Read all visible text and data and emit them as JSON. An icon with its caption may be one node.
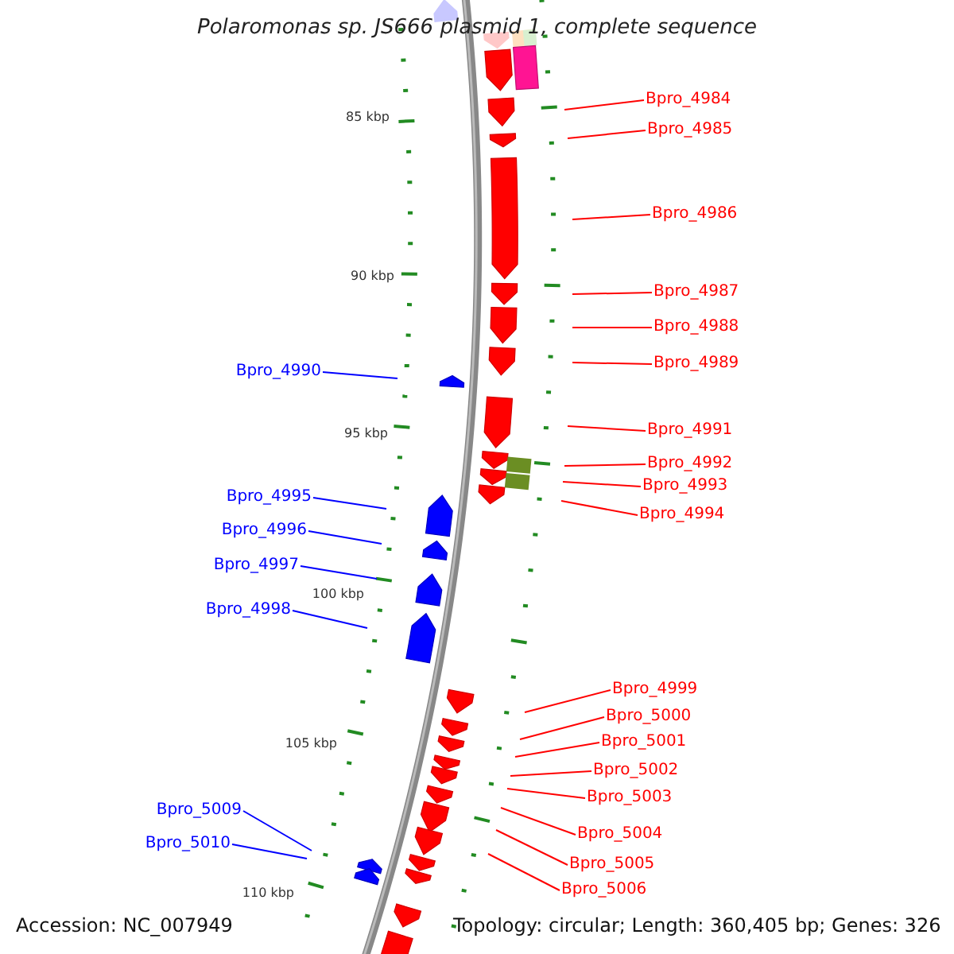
{
  "diagram": {
    "title": "Polaromonas sp. JS666 plasmid 1, complete sequence",
    "nodes": [
      {
        "text": [
          "Bpro_4984"
        ]
      },
      {
        "text": [
          "Bpro_4985"
        ]
      },
      {
        "text": [
          "Bpro_4986"
        ]
      },
      {
        "text": [
          "Bpro_4987"
        ]
      },
      {
        "text": [
          "Bpro_4988"
        ]
      },
      {
        "text": [
          "Bpro_4989"
        ]
      },
      {
        "text": [
          "Bpro_4990"
        ]
      },
      {
        "text": [
          "Bpro_4991"
        ]
      },
      {
        "text": [
          "Bpro_4992"
        ]
      },
      {
        "text": [
          "Bpro_4993"
        ]
      },
      {
        "text": [
          "Bpro_4995"
        ]
      },
      {
        "text": [
          "Bpro_4994"
        ]
      },
      {
        "text": [
          "Bpro_4996"
        ]
      },
      {
        "text": [
          "Bpro_4997"
        ]
      },
      {
        "text": [
          "Bpro_4998"
        ]
      },
      {
        "text": [
          "Bpro_4999"
        ]
      },
      {
        "text": [
          "Bpro_5000"
        ]
      },
      {
        "text": [
          "Bpro_5001"
        ]
      },
      {
        "text": [
          "Bpro_5002"
        ]
      },
      {
        "text": [
          "Bpro_5003"
        ]
      },
      {
        "text": [
          "Bpro_5009"
        ]
      },
      {
        "text": [
          "Bpro_5004"
        ]
      },
      {
        "text": [
          "Bpro_5010"
        ]
      },
      {
        "text": [
          "Bpro_5005"
        ]
      },
      {
        "text": [
          "Bpro_5006"
        ]
      }
    ],
    "edges": [
      {
        "from": 0,
        "to": null,
        "arrow": "none"
      },
      {
        "from": 1,
        "to": null,
        "arrow": "none"
      },
      {
        "from": 2,
        "to": null,
        "arrow": "none"
      },
      {
        "from": 3,
        "to": null,
        "arrow": "none"
      },
      {
        "from": 4,
        "to": null,
        "arrow": "none"
      },
      {
        "from": 5,
        "to": null,
        "arrow": "none"
      },
      {
        "from": 6,
        "to": null,
        "arrow": "none",
        "color": "#0000ff"
      },
      {
        "from": 7,
        "to": null,
        "arrow": "none"
      },
      {
        "from": 8,
        "to": null,
        "arrow": "none"
      },
      {
        "from": 9,
        "to": null,
        "arrow": "none"
      },
      {
        "from": 10,
        "to": null,
        "arrow": "none",
        "color": "#0000ff"
      },
      {
        "from": 11,
        "to": null,
        "arrow": "none"
      },
      {
        "from": 12,
        "to": null,
        "arrow": "none",
        "color": "#0000ff"
      },
      {
        "from": 13,
        "to": null,
        "arrow": "none",
        "color": "#0000ff"
      },
      {
        "from": 14,
        "to": null,
        "arrow": "none",
        "color": "#0000ff"
      },
      {
        "from": 15,
        "to": null,
        "arrow": "none"
      },
      {
        "from": 16,
        "to": null,
        "arrow": "none"
      },
      {
        "from": 17,
        "to": null,
        "arrow": "none"
      },
      {
        "from": 18,
        "to": null,
        "arrow": "none"
      },
      {
        "from": 19,
        "to": null,
        "arrow": "none"
      },
      {
        "from": 20,
        "to": null,
        "arrow": "none",
        "color": "#0000ff"
      },
      {
        "from": 21,
        "to": null,
        "arrow": "none"
      },
      {
        "from": 22,
        "to": null,
        "arrow": "none",
        "color": "#0000ff"
      },
      {
        "from": 23,
        "to": null,
        "arrow": "none"
      },
      {
        "from": 24,
        "to": null,
        "arrow": "none"
      }
    ],
    "labels": [
      "85 kbp",
      "90 kbp",
      "95 kbp",
      "100 kbp",
      "105 kbp",
      "110 kbp",
      "Accession: NC_007949",
      "Topology: circular; Length: 360,405 bp; Genes: 326"
    ]
  }
}
